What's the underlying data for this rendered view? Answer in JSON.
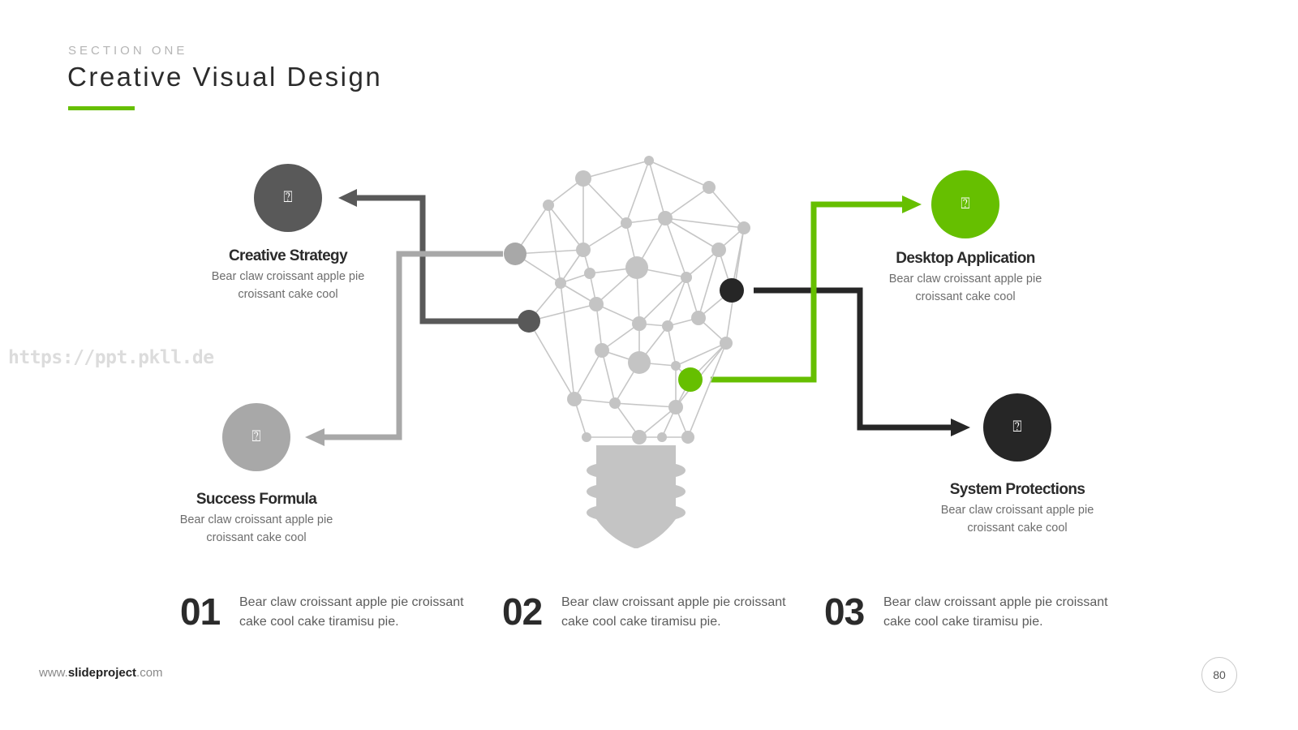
{
  "header": {
    "section_label": "SECTION ONE",
    "title": "Creative Visual Design",
    "accent_color": "#66bf00"
  },
  "watermark": "https://ppt.pkll.de",
  "nodes": [
    {
      "title": "Creative Strategy",
      "desc_line1": "Bear claw croissant apple pie",
      "desc_line2": "croissant cake cool",
      "icon": "placeholder-icon",
      "color": "#595959"
    },
    {
      "title": "Success Formula",
      "desc_line1": "Bear claw croissant apple pie",
      "desc_line2": "croissant cake cool",
      "icon": "placeholder-icon",
      "color": "#a8a8a8"
    },
    {
      "title": "Desktop Application",
      "desc_line1": "Bear claw croissant apple pie",
      "desc_line2": "croissant cake cool",
      "icon": "placeholder-icon",
      "color": "#66bf00"
    },
    {
      "title": "System Protections",
      "desc_line1": "Bear claw croissant apple pie",
      "desc_line2": "croissant cake cool",
      "icon": "placeholder-icon",
      "color": "#262626"
    }
  ],
  "icon_glyph": "⍰",
  "central_graphic": "light-bulb-network-icon",
  "steps": [
    {
      "number": "01",
      "text": "Bear claw croissant apple pie croissant cake cool cake tiramisu pie."
    },
    {
      "number": "02",
      "text": "Bear claw croissant apple pie croissant cake cool cake tiramisu pie."
    },
    {
      "number": "03",
      "text": "Bear claw croissant apple pie croissant cake cool cake tiramisu pie."
    }
  ],
  "footer": {
    "url_prefix": "www.",
    "url_brand": "slideproject",
    "url_suffix": ".com",
    "page_number": "80"
  }
}
